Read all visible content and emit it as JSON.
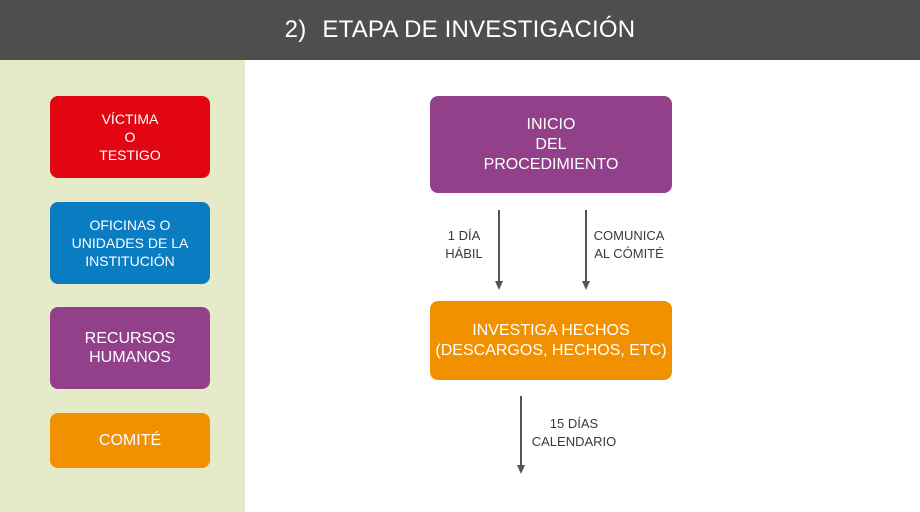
{
  "header": {
    "number": "2)",
    "title": "ETAPA DE INVESTIGACIÓN"
  },
  "legend": [
    {
      "label": "VÍCTIMA\nO\nTESTIGO",
      "color": "#e20613"
    },
    {
      "label": "OFICINAS O\nUNIDADES DE LA\nINSTITUCIÓN",
      "color": "#0a7dc2"
    },
    {
      "label": "RECURSOS\nHUMANOS",
      "color": "#93408b"
    },
    {
      "label": "COMITÉ",
      "color": "#f29100"
    }
  ],
  "flow": {
    "start": {
      "label": "INICIO\nDEL\nPROCEDIMIENTO",
      "color": "#93408b"
    },
    "arrow_left_label": "1 DÍA\nHÁBIL",
    "arrow_right_label": "COMUNICA\nAL CÓMITÉ",
    "investigate": {
      "label": "INVESTIGA HECHOS\n(DESCARGOS, HECHOS, ETC)",
      "color": "#f29100"
    },
    "arrow_bottom_label": "15 DÍAS\nCALENDARIO"
  },
  "colors": {
    "header_bg": "#4e4e4e",
    "sidebar_bg": "#e5ebc9",
    "arrow": "#555555"
  }
}
